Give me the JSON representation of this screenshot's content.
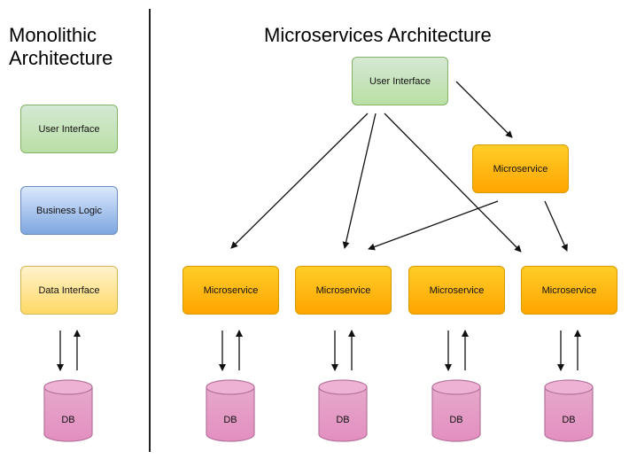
{
  "monolithic": {
    "title_line1": "Monolithic",
    "title_line2": "Architecture",
    "layers": {
      "ui": "User Interface",
      "logic": "Business Logic",
      "data": "Data Interface"
    },
    "db": "DB"
  },
  "microservices": {
    "title": "Microservices Architecture",
    "ui": "User Interface",
    "upper_service": "Microservice",
    "services": [
      "Microservice",
      "Microservice",
      "Microservice",
      "Microservice"
    ],
    "dbs": [
      "DB",
      "DB",
      "DB",
      "DB"
    ]
  },
  "colors": {
    "green_fill": "#d5e8d4",
    "blue_fill": "#dae8fc",
    "yellow_fill": "#fff2cc",
    "orange_fill": "#ffa500",
    "db_fill": "#e6a0c4",
    "db_stroke": "#b5739d"
  }
}
